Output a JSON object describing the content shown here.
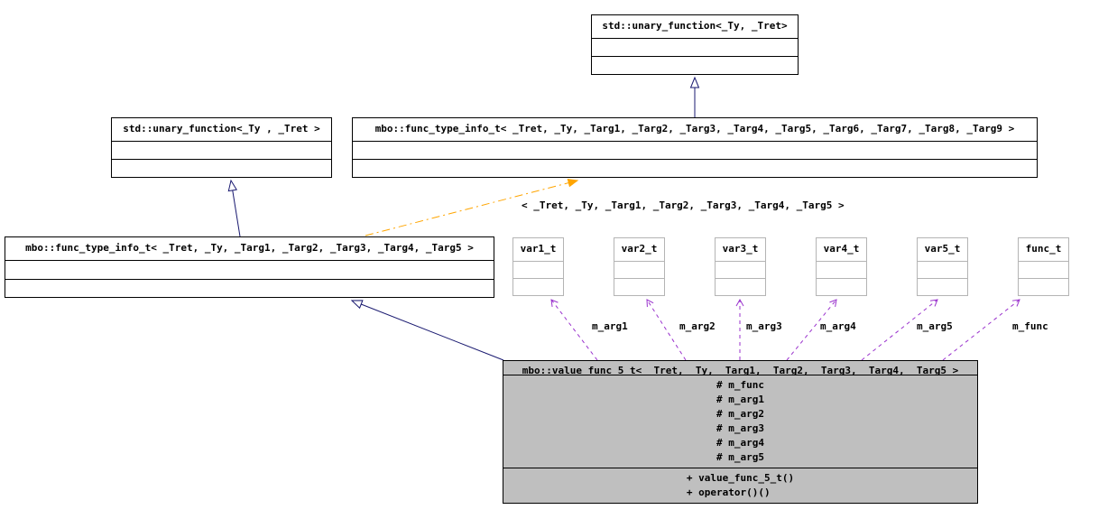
{
  "classes": {
    "unary_function": {
      "title": "std::unary_function<_Ty, _Tret>"
    },
    "unary_function_spec": {
      "title": "std::unary_function<_Ty , _Tret >"
    },
    "func_type_info_general": {
      "title": "mbo::func_type_info_t< _Tret, _Ty, _Targ1, _Targ2, _Targ3, _Targ4, _Targ5, _Targ6, _Targ7, _Targ8, _Targ9 >"
    },
    "func_type_info_spec": {
      "title": "mbo::func_type_info_t< _Tret, _Ty, _Targ1, _Targ2, _Targ3, _Targ4, _Targ5 >"
    },
    "var1": {
      "title": "var1_t"
    },
    "var2": {
      "title": "var2_t"
    },
    "var3": {
      "title": "var3_t"
    },
    "var4": {
      "title": "var4_t"
    },
    "var5": {
      "title": "var5_t"
    },
    "func": {
      "title": "func_t"
    },
    "value_func": {
      "title": "mbo::value_func_5_t< _Tret, _Ty, _Targ1, _Targ2, _Targ3, _Targ4, _Targ5 >",
      "attributes": [
        "# m_func",
        "# m_arg1",
        "# m_arg2",
        "# m_arg3",
        "# m_arg4",
        "# m_arg5"
      ],
      "methods": [
        "+ value_func_5_t()",
        "+ operator()()"
      ]
    }
  },
  "edges": {
    "template_instantiation_label": "< _Tret, _Ty, _Targ1, _Targ2, _Targ3, _Targ4, _Targ5 >",
    "usage_labels": [
      "m_arg1",
      "m_arg2",
      "m_arg3",
      "m_arg4",
      "m_arg5",
      "m_func"
    ]
  },
  "colors": {
    "inheritance_edge": "#191970",
    "usage_edge": "#9a32cd",
    "template_edge": "#ffa500",
    "node_background": "#ffffff",
    "focus_node_background": "#bfbfbf",
    "node_border": "#000000",
    "muted_node_border": "#b4b4b4",
    "text": "#000000"
  }
}
